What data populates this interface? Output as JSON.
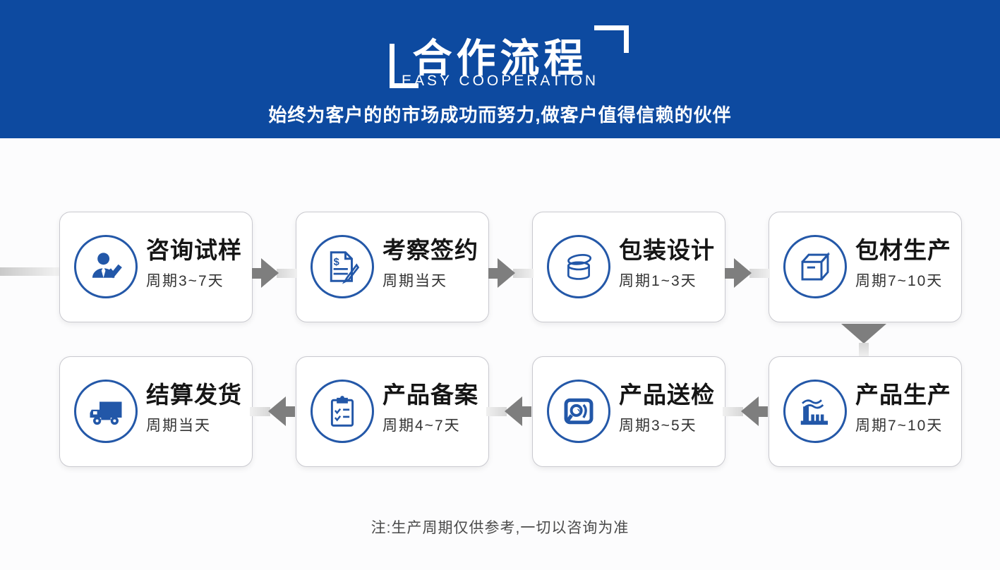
{
  "header": {
    "title_zh": "合作流程",
    "title_en": "EASY COOPERATION",
    "tagline": "始终为客户的的市场成功而努力,做客户值得信赖的伙伴",
    "bg_color": "#0d4aa0"
  },
  "steps": [
    {
      "title": "咨询试样",
      "period": "周期3~7天",
      "icon": "person-check-icon"
    },
    {
      "title": "考察签约",
      "period": "周期当天",
      "icon": "contract-pen-icon"
    },
    {
      "title": "包装设计",
      "period": "周期1~3天",
      "icon": "cosmetic-jar-icon"
    },
    {
      "title": "包材生产",
      "period": "周期7~10天",
      "icon": "carton-box-icon"
    },
    {
      "title": "产品生产",
      "period": "周期7~10天",
      "icon": "factory-icon"
    },
    {
      "title": "产品送检",
      "period": "周期3~5天",
      "icon": "magnifier-screen-icon"
    },
    {
      "title": "产品备案",
      "period": "周期4~7天",
      "icon": "clipboard-check-icon"
    },
    {
      "title": "结算发货",
      "period": "周期当天",
      "icon": "truck-icon"
    }
  ],
  "footer": {
    "note": "注:生产周期仅供参考,一切以咨询为准"
  },
  "colors": {
    "accent_blue": "#2257a8",
    "icon_ring_blue": "#2458a8",
    "arrow_dark": "#7e7e7e",
    "arrow_light": "#e8e8e8"
  }
}
